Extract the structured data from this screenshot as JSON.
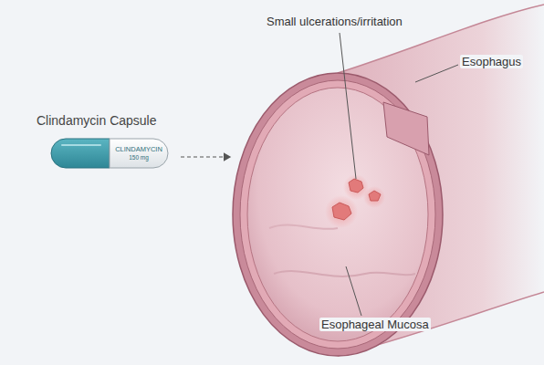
{
  "diagram": {
    "nodes": [
      {
        "text": [
          "Clindamycin Capsule",
          "CLINDAMYCIN",
          "150 mg"
        ]
      }
    ],
    "labels": [
      "Small ulcerations/irritation",
      "Esophagus",
      "Esophageal Mucosa"
    ]
  }
}
